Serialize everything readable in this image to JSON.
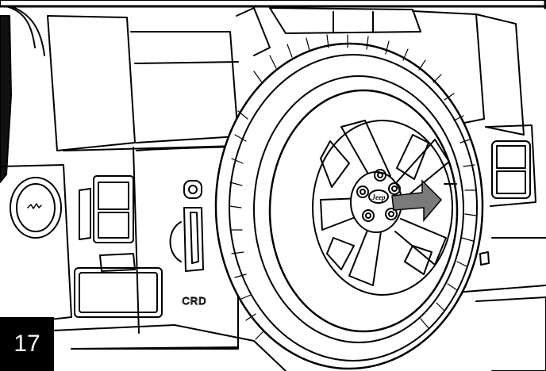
{
  "step": {
    "number": "17"
  },
  "vehicle": {
    "badge_text": "CRD",
    "hub_logo_text": "Jeep"
  },
  "colors": {
    "arrow_fill": "#7a7a7a",
    "ink": "#000000",
    "paper": "#ffffff"
  },
  "icons": {
    "arrow": "arrow-right-icon"
  }
}
